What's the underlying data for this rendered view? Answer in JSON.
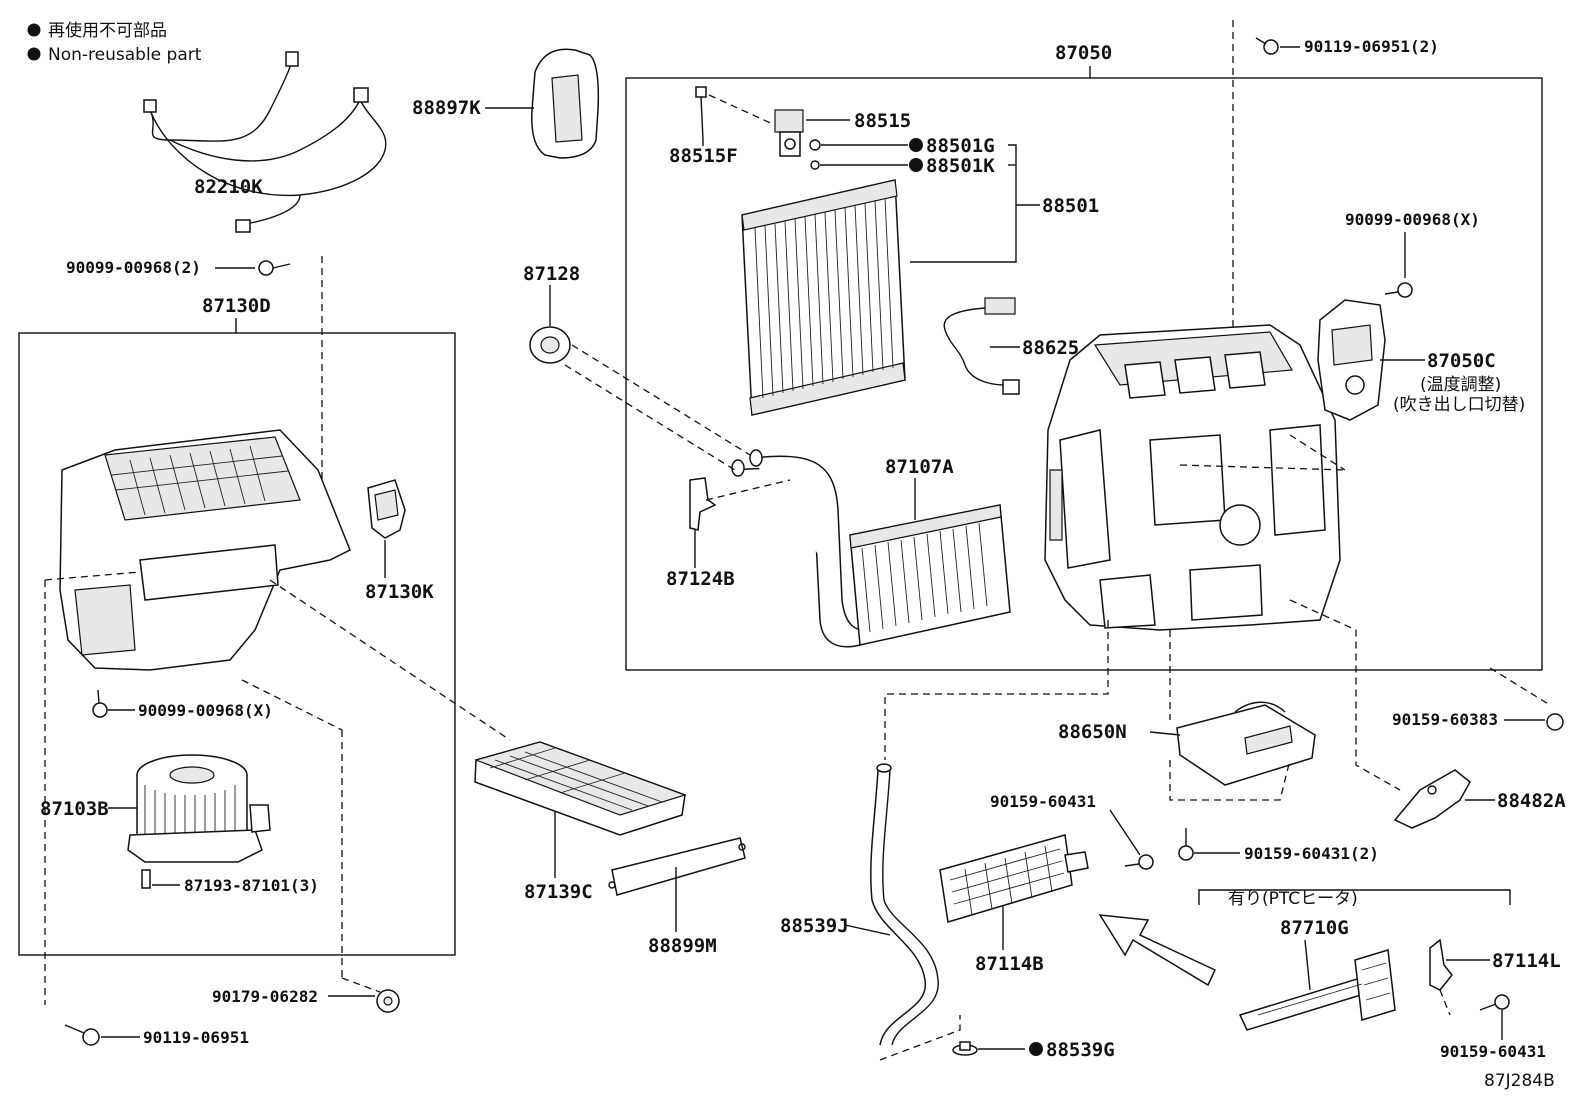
{
  "legend": {
    "line_jp": "再使用不可部品",
    "line_en": "Non-reusable part"
  },
  "diagram_code": "87J284B",
  "optional_group": "有り(PTCヒータ)",
  "parts": {
    "p87050": "87050",
    "p90119_06951_2": "90119-06951(2)",
    "p88897K": "88897K",
    "p82210K": "82210K",
    "p88515": "88515",
    "p88515F": "88515F",
    "p88501G": "88501G",
    "p88501K": "88501K",
    "p88501": "88501",
    "p90099_00968_2": "90099-00968(2)",
    "p87130D": "87130D",
    "p87128": "87128",
    "p88625": "88625",
    "p90099_00968_X_right": "90099-00968(X)",
    "p87050C": "87050C",
    "p87050C_note1": "(温度調整)",
    "p87050C_note2": "(吹き出し口切替)",
    "p87107A": "87107A",
    "p87130K": "87130K",
    "p87124B": "87124B",
    "p90099_00968_X_left": "90099-00968(X)",
    "p90159_60383": "90159-60383",
    "p88650N": "88650N",
    "p88482A": "88482A",
    "p87103B": "87103B",
    "p90159_60431_top": "90159-60431",
    "p90159_60431_2": "90159-60431(2)",
    "p87193_87101_3": "87193-87101(3)",
    "p87139C": "87139C",
    "p88899M": "88899M",
    "p88539J": "88539J",
    "p87114B": "87114B",
    "p87710G": "87710G",
    "p87114L": "87114L",
    "p90179_06282": "90179-06282",
    "p90119_06951": "90119-06951",
    "p88539G": "88539G",
    "p90159_60431_bottom": "90159-60431"
  }
}
